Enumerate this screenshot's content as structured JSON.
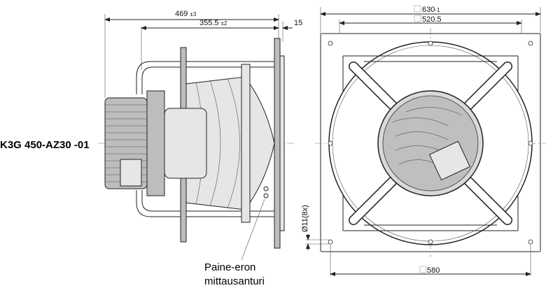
{
  "model_label": "K3G 450-AZ30 -01",
  "side_view": {
    "dim_overall": {
      "value": "469",
      "tolerance": "±3"
    },
    "dim_inlet": {
      "value": "355.5",
      "tolerance": "±2"
    },
    "dim_flange": {
      "value": "15"
    },
    "sensor_note": [
      "Paine-eron",
      "mittausanturi"
    ]
  },
  "front_view": {
    "dim_outer": {
      "value": "630",
      "tolerance": "-1"
    },
    "dim_inner": {
      "value": "520.5"
    },
    "dim_holes_spacing": {
      "value": "580"
    },
    "dim_hole_dia": {
      "value": "Ø11(8x)"
    }
  }
}
